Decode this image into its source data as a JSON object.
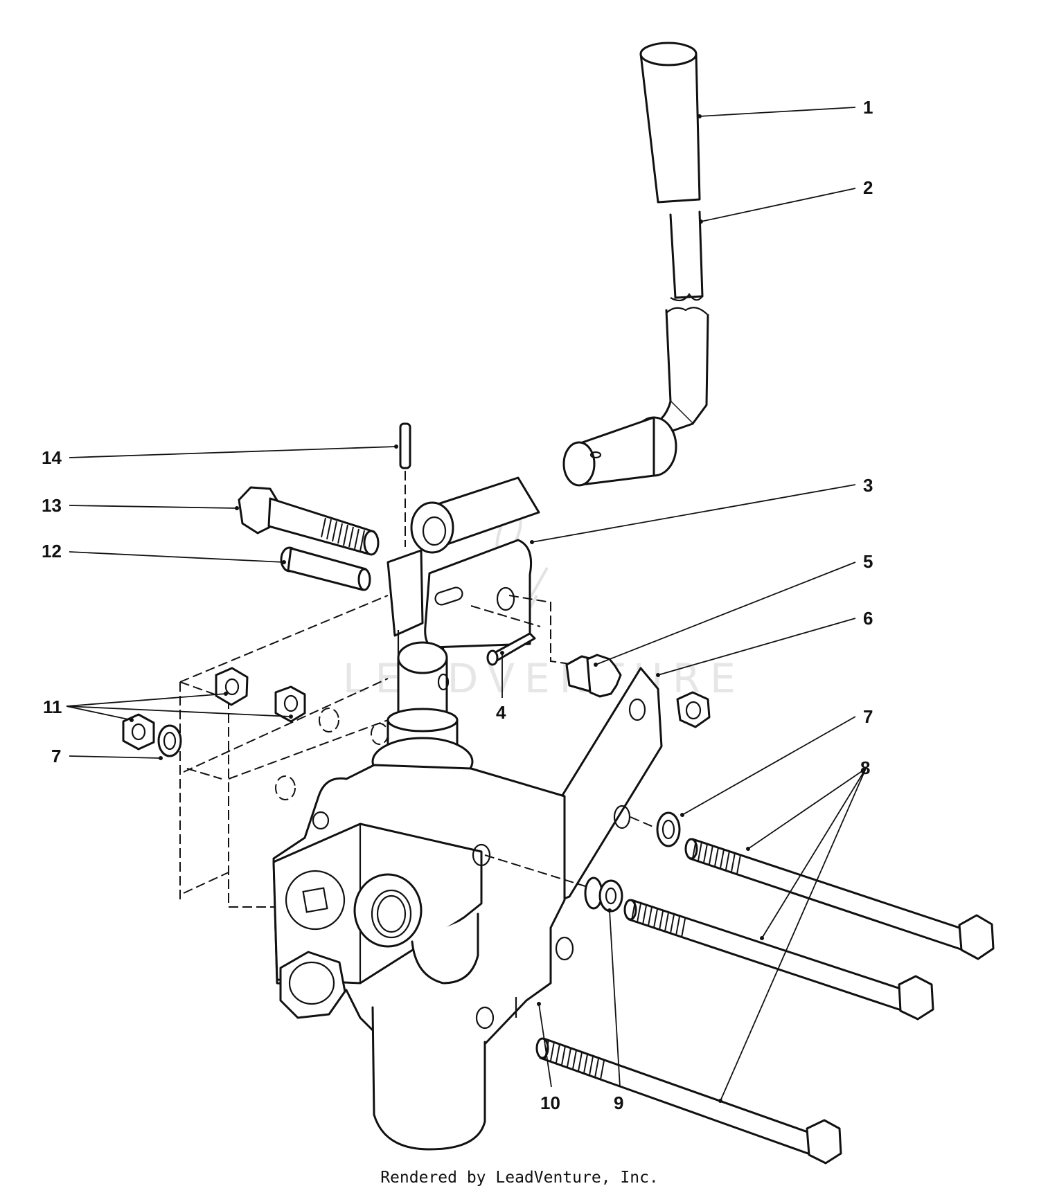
{
  "watermark": {
    "text": "LEADVENTURE"
  },
  "footer": {
    "credit": "Rendered by LeadVenture, Inc."
  },
  "callouts": {
    "c1": "1",
    "c2": "2",
    "c3": "3",
    "c4": "4",
    "c5": "5",
    "c6": "6",
    "c7a": "7",
    "c7b": "7",
    "c8": "8",
    "c9": "9",
    "c10": "10",
    "c11": "11",
    "c12": "12",
    "c13": "13",
    "c14": "14"
  }
}
